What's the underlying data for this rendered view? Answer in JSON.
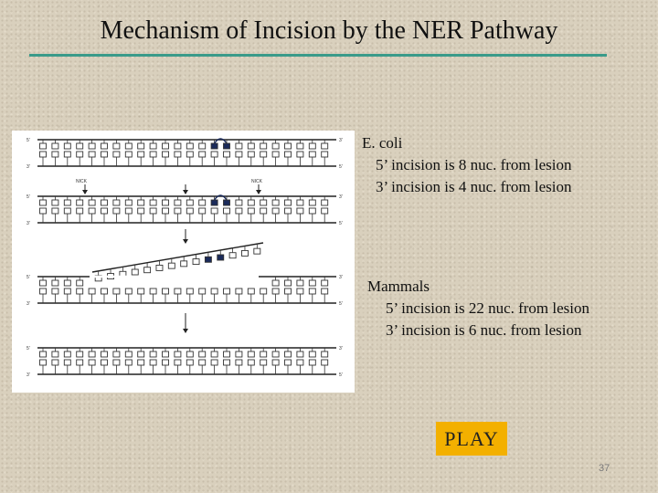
{
  "title": "Mechanism of Incision by the NER Pathway",
  "figure": {
    "strand_end_5": "5'",
    "strand_end_3": "3'",
    "nick_left": "NICK",
    "nick_right": "NICK",
    "lesion_color": "#1a2a5a"
  },
  "ecoli": {
    "heading": "E. coli",
    "line1": "5’ incision is 8 nuc. from lesion",
    "line2": "3’ incision is 4 nuc. from lesion"
  },
  "mammals": {
    "heading": "Mammals",
    "line1": "5’ incision is 22 nuc. from lesion",
    "line2": "3’ incision is 6 nuc. from lesion"
  },
  "play_button": {
    "label": "PLAY",
    "color": "#f3b000"
  },
  "page_number": "37",
  "accent_color": "#3a9b8a"
}
